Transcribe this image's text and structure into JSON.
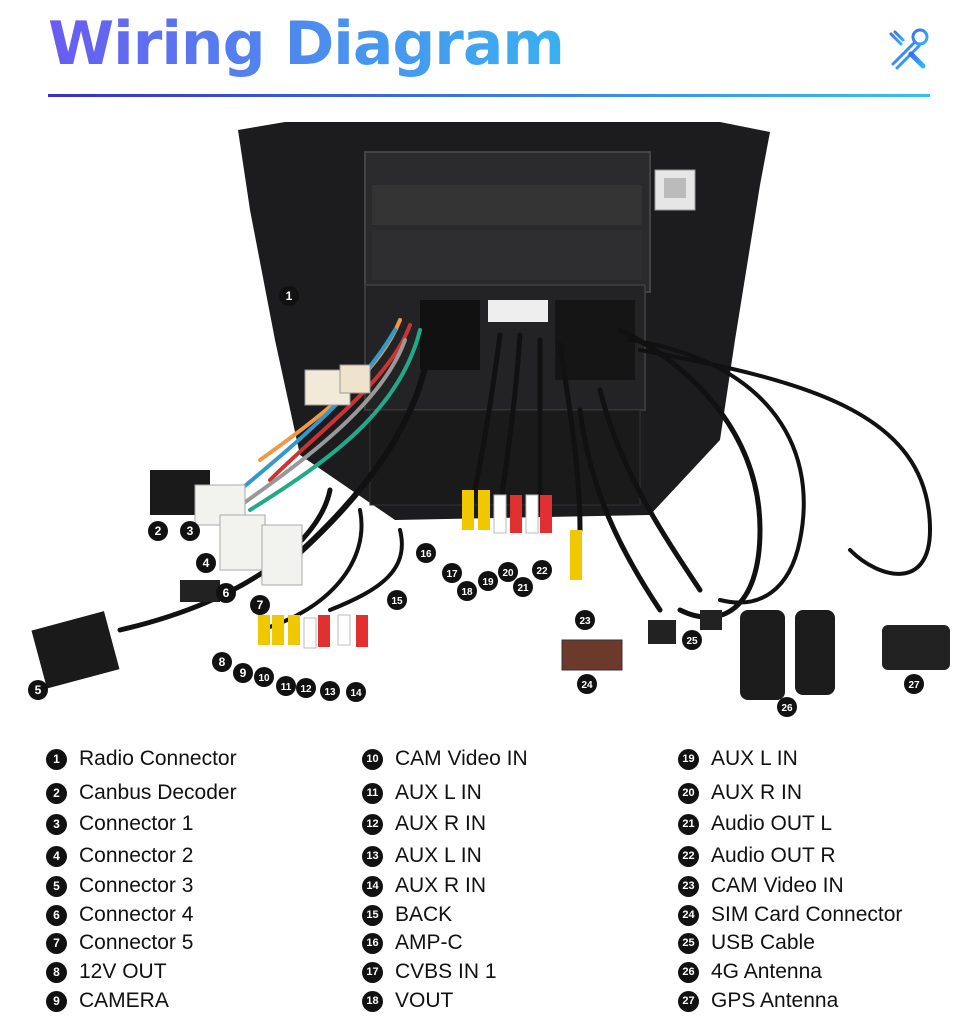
{
  "header": {
    "title": "Wiring Diagram",
    "icon": "tools-icon"
  },
  "colors": {
    "title_start": "#6a5cf0",
    "title_end": "#3ab0f0",
    "rule_start": "#3a2fc0",
    "rule_end": "#36c2f0",
    "badge": "#111111"
  },
  "callouts": [
    {
      "n": "1"
    },
    {
      "n": "2"
    },
    {
      "n": "3"
    },
    {
      "n": "4"
    },
    {
      "n": "5"
    },
    {
      "n": "6"
    },
    {
      "n": "7"
    },
    {
      "n": "8"
    },
    {
      "n": "9"
    },
    {
      "n": "10"
    },
    {
      "n": "11"
    },
    {
      "n": "12"
    },
    {
      "n": "13"
    },
    {
      "n": "14"
    },
    {
      "n": "15"
    },
    {
      "n": "16"
    },
    {
      "n": "17"
    },
    {
      "n": "18"
    },
    {
      "n": "19"
    },
    {
      "n": "20"
    },
    {
      "n": "21"
    },
    {
      "n": "22"
    },
    {
      "n": "23"
    },
    {
      "n": "24"
    },
    {
      "n": "25"
    },
    {
      "n": "26"
    },
    {
      "n": "27"
    }
  ],
  "legend": [
    {
      "n": "1",
      "label": "Radio Connector"
    },
    {
      "n": "2",
      "label": "Canbus Decoder"
    },
    {
      "n": "3",
      "label": "Connector 1"
    },
    {
      "n": "4",
      "label": "Connector 2"
    },
    {
      "n": "5",
      "label": "Connector 3"
    },
    {
      "n": "6",
      "label": "Connector 4"
    },
    {
      "n": "7",
      "label": "Connector 5"
    },
    {
      "n": "8",
      "label": "12V OUT"
    },
    {
      "n": "9",
      "label": "CAMERA"
    },
    {
      "n": "10",
      "label": "CAM Video IN"
    },
    {
      "n": "11",
      "label": "AUX L IN"
    },
    {
      "n": "12",
      "label": "AUX R IN"
    },
    {
      "n": "13",
      "label": "AUX L IN"
    },
    {
      "n": "14",
      "label": "AUX R IN"
    },
    {
      "n": "15",
      "label": "BACK"
    },
    {
      "n": "16",
      "label": "AMP-C"
    },
    {
      "n": "17",
      "label": "CVBS IN 1"
    },
    {
      "n": "18",
      "label": "VOUT"
    },
    {
      "n": "19",
      "label": "AUX L IN"
    },
    {
      "n": "20",
      "label": "AUX R IN"
    },
    {
      "n": "21",
      "label": "Audio OUT L"
    },
    {
      "n": "22",
      "label": "Audio OUT R"
    },
    {
      "n": "23",
      "label": "CAM Video IN"
    },
    {
      "n": "24",
      "label": "SIM Card Connector"
    },
    {
      "n": "25",
      "label": "USB Cable"
    },
    {
      "n": "26",
      "label": "4G Antenna"
    },
    {
      "n": "27",
      "label": "GPS Antenna"
    }
  ]
}
